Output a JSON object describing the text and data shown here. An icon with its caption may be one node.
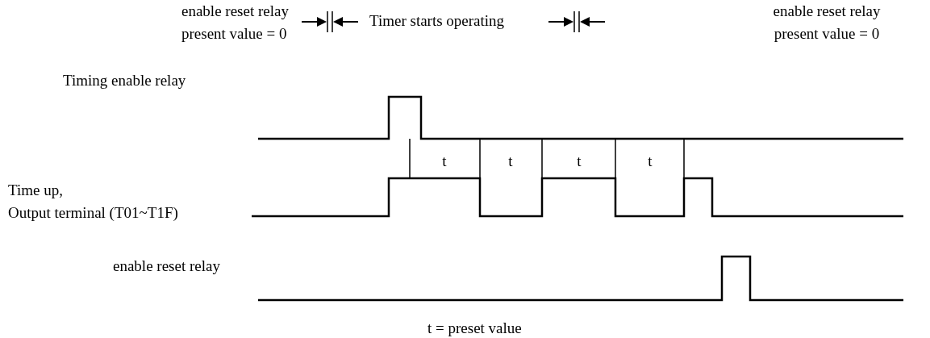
{
  "diagram": {
    "labels": [
      "enable reset relay present value = 0",
      "Timer starts operating",
      "enable reset relay present value = 0",
      "Timing enable relay",
      "t",
      "t",
      "t",
      "t",
      "Time up, Output terminal (T01~T1F)",
      "enable reset relay",
      "t = preset value"
    ]
  }
}
